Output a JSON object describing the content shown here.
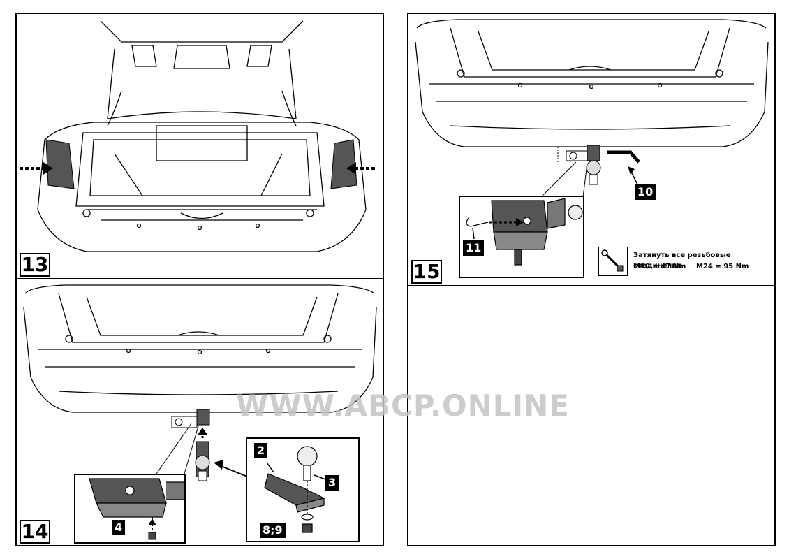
{
  "steps": {
    "s13": "13",
    "s14": "14",
    "s15": "15"
  },
  "callouts": {
    "c2": "2",
    "c3": "3",
    "c4": "4",
    "c89": "8;9",
    "c10": "10",
    "c11": "11"
  },
  "torque": {
    "title": "Затянуть все резьбовые соединения",
    "m10": "M10 = 47 Nm",
    "m24": "M24 = 95 Nm",
    "icon": "torque-wrench-icon"
  },
  "watermark": "WWW.ABCP.ONLINE",
  "colors": {
    "line": "#000000",
    "fill_gray": "#555555",
    "watermark": "#c4c4c4"
  }
}
